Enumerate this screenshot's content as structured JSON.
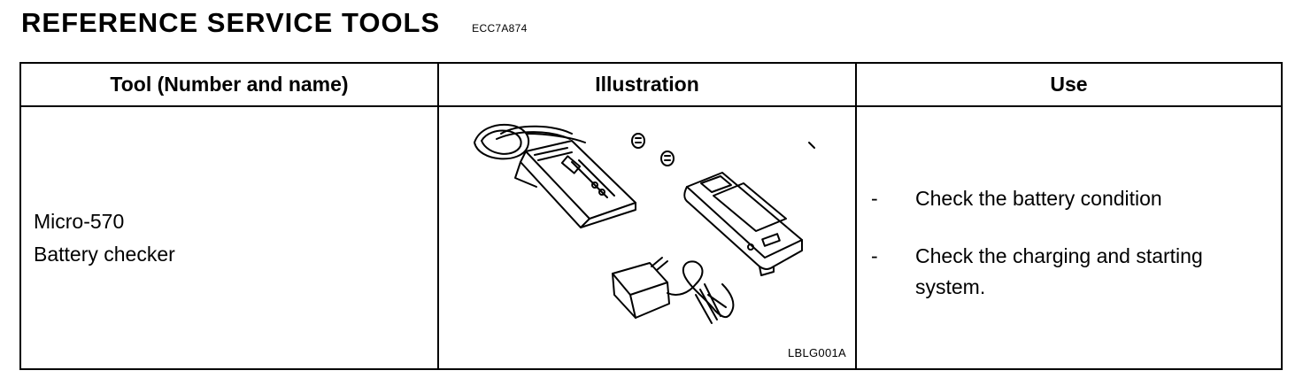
{
  "heading": {
    "title": "REFERENCE SERVICE TOOLS",
    "code": "ECC7A874"
  },
  "table": {
    "headers": {
      "tool": "Tool (Number and name)",
      "illustration": "Illustration",
      "use": "Use"
    },
    "rows": [
      {
        "tool_number": "Micro-570",
        "tool_name": "Battery checker",
        "illustration_code": "LBLG001A",
        "uses": [
          {
            "bullet": "-",
            "text": "Check the battery condition"
          },
          {
            "bullet": "-",
            "text": "Check the charging and starting system."
          }
        ]
      }
    ]
  }
}
